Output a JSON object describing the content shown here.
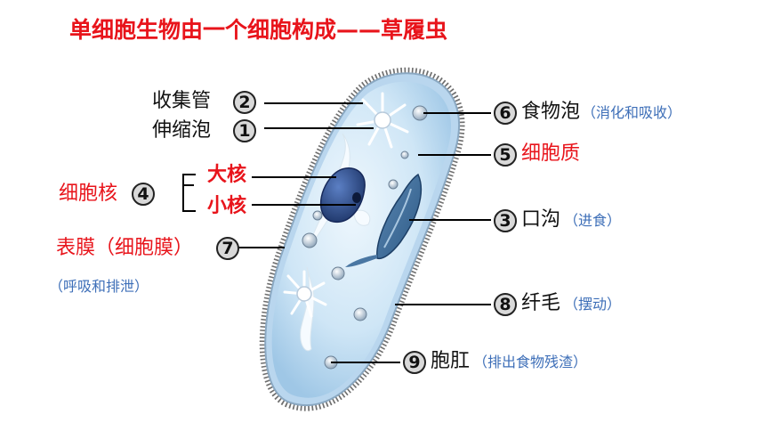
{
  "title": "单细胞生物由一个细胞构成——草履虫",
  "labels": {
    "contractile_canal": {
      "num": "2",
      "text": "收集管"
    },
    "contractile_vacuole": {
      "num": "1",
      "text": "伸缩泡"
    },
    "nucleus": {
      "num": "4",
      "text": "细胞核"
    },
    "macronucleus": {
      "text": "大核"
    },
    "micronucleus": {
      "text": "小核"
    },
    "membrane": {
      "num": "7",
      "text": "表膜（细胞膜）",
      "note": "（呼吸和排泄）"
    },
    "food_vacuole": {
      "num": "6",
      "text": "食物泡",
      "note": "（消化和吸收）"
    },
    "cytoplasm": {
      "num": "5",
      "text": "细胞质"
    },
    "oral_groove": {
      "num": "3",
      "text": "口沟",
      "note": "（进食）"
    },
    "cilia": {
      "num": "8",
      "text": "纤毛",
      "note": "（摆动）"
    },
    "anal_pore": {
      "num": "9",
      "text": "胞肛",
      "note": "（排出食物残渣）"
    }
  },
  "colors": {
    "title": "#e8141b",
    "highlight": "#e8141b",
    "note": "#3e6fb8",
    "cell": "#cfe6f6",
    "nucleus": "#27457f"
  }
}
